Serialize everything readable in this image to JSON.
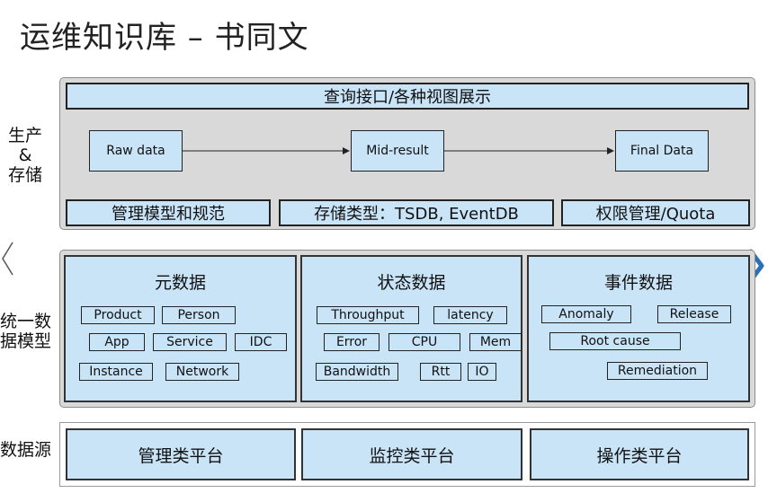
{
  "title": "运维知识库 – 书同文",
  "side_labels": {
    "production_storage": [
      "生产",
      "&",
      "存储"
    ],
    "unified_model": [
      "统一数",
      "据模型"
    ],
    "data_source": "数据源"
  },
  "production": {
    "query_bar": "查询接口/各种视图展示",
    "nodes": [
      "Raw data",
      "Mid-result",
      "Final Data"
    ],
    "bottom": [
      "管理模型和规范",
      "存储类型：TSDB, EventDB",
      "权限管理/Quota"
    ]
  },
  "model": {
    "columns": [
      {
        "title": "元数据",
        "tags": [
          "Product",
          "Person",
          "App",
          "Service",
          "IDC",
          "Instance",
          "Network"
        ]
      },
      {
        "title": "状态数据",
        "tags": [
          "Throughput",
          "latency",
          "Error",
          "CPU",
          "Mem",
          "Bandwidth",
          "Rtt",
          "IO"
        ]
      },
      {
        "title": "事件数据",
        "tags": [
          "Anomaly",
          "Release",
          "Root cause",
          "Remediation"
        ]
      }
    ]
  },
  "sources": [
    "管理类平台",
    "监控类平台",
    "操作类平台"
  ],
  "nav": {
    "prev_icon": "chevron-left-icon",
    "next_icon": "chevron-right-icon"
  },
  "colors": {
    "box_fill": "#c9e3f7",
    "panel_fill": "#d9d9d9",
    "nav_next": "#2b6fb6"
  }
}
